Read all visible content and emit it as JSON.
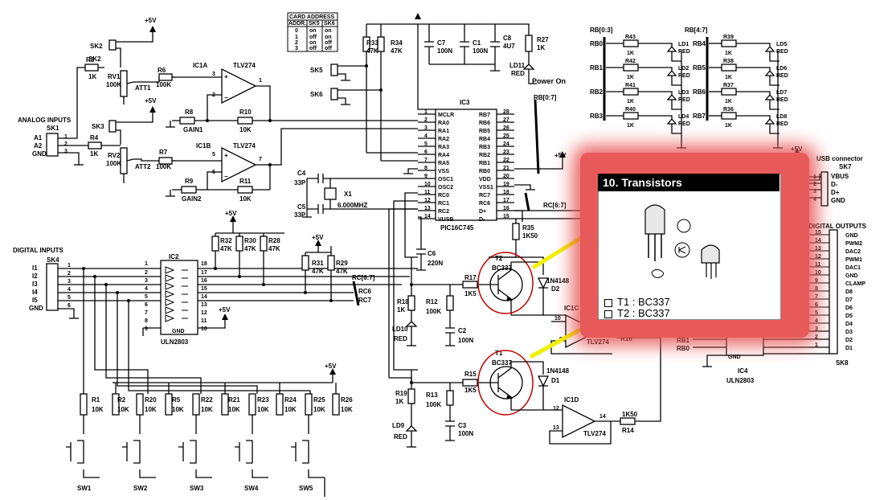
{
  "labels": {
    "supply": "+5V",
    "analog_inputs": "ANALOG INPUTS",
    "digital_inputs": "DIGITAL INPUTS",
    "usb_connector": "USB connector",
    "pwm_digital_outputs": "PWM and DIGITAL OUTPUTS",
    "power_on": "Power On",
    "gnd": "GND",
    "rb03": "RB[0:3]",
    "rb47": "RB[4:7]",
    "rb07": "RB[0:7]",
    "rc67": "RC[6:7]"
  },
  "card_address": {
    "title": "CARD ADDRESS",
    "headers": [
      "ADDR.",
      "SK5",
      "SK6"
    ],
    "rows": [
      [
        "0",
        "on",
        "on"
      ],
      [
        "1",
        "off",
        "on"
      ],
      [
        "2",
        "on",
        "off"
      ],
      [
        "3",
        "off",
        "off"
      ]
    ]
  },
  "parts": {
    "ic1a": "IC1A",
    "ic1b": "IC1B",
    "ic1c": "IC1C",
    "ic1d": "IC1D",
    "tlv274": "TLV274",
    "ic2": "IC2",
    "uln2803": "ULN2803",
    "ic3": "IC3",
    "pic": "PIC16C745",
    "ic4": "IC4",
    "x1": "X1",
    "xtal": "6.000MHZ",
    "sk1": "SK1",
    "sk2": "SK2",
    "sk3": "SK3",
    "sk4": "SK4",
    "sk5": "SK5",
    "sk6": "SK6",
    "sk7": "SK7",
    "sk8": "SK8",
    "rv1": "RV1",
    "rv2": "RV2",
    "att1": "ATT1",
    "att2": "ATT2",
    "gain1": "GAIN1",
    "gain2": "GAIN2",
    "t1": "T1",
    "t2": "T2",
    "bc337": "BC337",
    "d1": "D1",
    "d2": "D2",
    "diode": "1N4148",
    "ld9": "LD9",
    "ld10": "LD10",
    "ld11": "LD11"
  },
  "values": {
    "1k": "1K",
    "10k": "10K",
    "47k": "47K",
    "100k": "100K",
    "1k5": "1K5",
    "1k50": "1K50",
    "100n": "100N",
    "220n": "220N",
    "33p": "33P",
    "4u7": "4U7",
    "red": "RED"
  },
  "analog_pins": [
    "A1",
    "A2",
    "GND"
  ],
  "digital_pins": [
    "I1",
    "I2",
    "I3",
    "I4",
    "I5",
    "GND"
  ],
  "usb_pins": [
    "VBUS",
    "D-",
    "D+",
    "GND"
  ],
  "out_pins": [
    "GND",
    "PWM2",
    "DAC2",
    "PWM1",
    "DAC1",
    "GND",
    "CLAMP",
    "D8",
    "D7",
    "D6",
    "D5",
    "D4",
    "D3",
    "D2",
    "D1"
  ],
  "pic_left": [
    "MCLR",
    "RA0",
    "RA1",
    "RA2",
    "RA3",
    "RA4",
    "RA5",
    "VSS",
    "OSC1",
    "OSC2",
    "RC0",
    "RC1",
    "RC2",
    "VUSB"
  ],
  "pic_right": [
    "RB7",
    "RB6",
    "RB5",
    "RB4",
    "RB3",
    "RB2",
    "RB1",
    "RB0",
    "VDD",
    "VSS1",
    "RC7",
    "RC6",
    "D+",
    "D-"
  ],
  "rb_left": [
    "RB0",
    "RB1",
    "RB2",
    "RB3"
  ],
  "rb_right": [
    "RB4",
    "RB5",
    "RB6",
    "RB7"
  ],
  "switches": [
    "SW1",
    "SW2",
    "SW3",
    "SW4",
    "SW5"
  ],
  "callout": {
    "title": "10. Transistors",
    "lines": [
      "T1  : BC337",
      "T2  : BC337"
    ]
  }
}
